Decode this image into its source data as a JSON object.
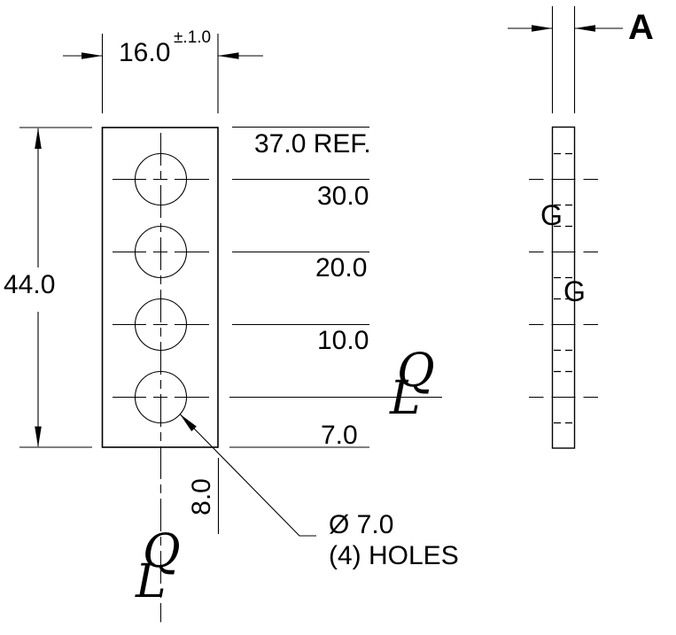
{
  "colors": {
    "background": "#ffffff",
    "line": "#000000",
    "text": "#000000"
  },
  "front_view": {
    "width_dim": {
      "value": "16.0",
      "tolerance": "±.1.0"
    },
    "height_dim": {
      "value": "44.0"
    },
    "ordinate_dims": [
      {
        "label": "37.0 REF."
      },
      {
        "label": "30.0"
      },
      {
        "label": "20.0"
      },
      {
        "label": "10.0"
      },
      {
        "label": "7.0"
      }
    ],
    "offset_dim": {
      "value": "8.0"
    },
    "hole_callout": {
      "diameter": "Ø 7.0",
      "count": "(4) HOLES"
    },
    "centerline_symbol": {
      "upper": "Q",
      "lower": "L"
    }
  },
  "side_view": {
    "thickness_dim": {
      "label": "A"
    },
    "datum_labels": [
      {
        "label": "G"
      },
      {
        "label": "G"
      }
    ]
  }
}
